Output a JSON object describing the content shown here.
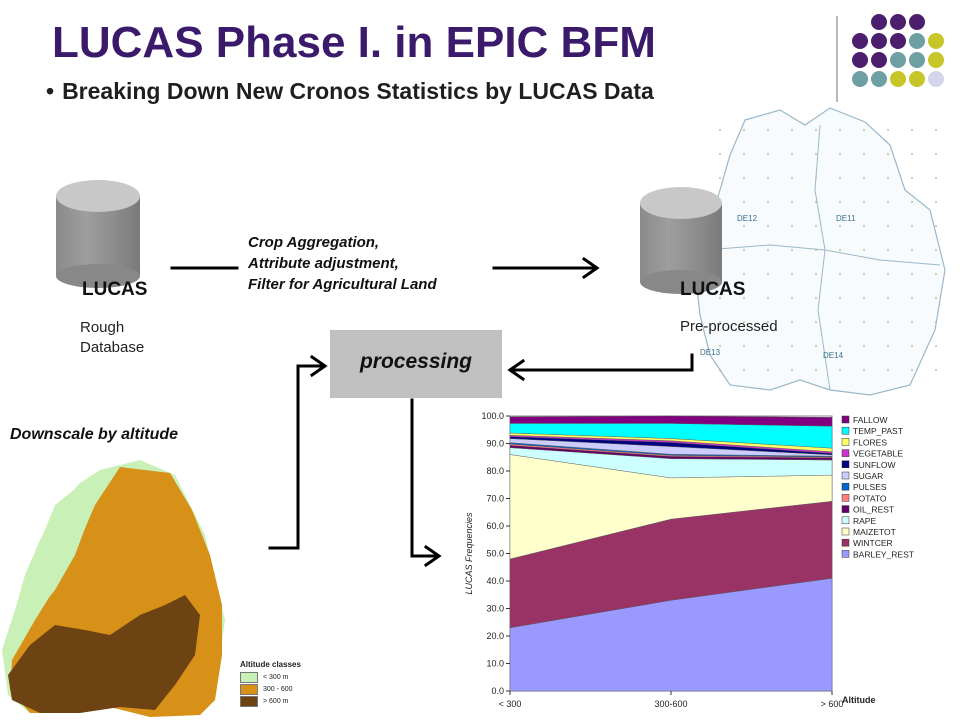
{
  "slide": {
    "title": "LUCAS Phase I. in EPIC BFM",
    "bullet": "•",
    "subtitle": "Breaking Down New Cronos Statistics by LUCAS Data"
  },
  "decor": {
    "dot_colors": {
      "purple": "#4b1f6e",
      "teal": "#6e9fa3",
      "lime": "#c6c628",
      "lavender": "#d4d4ea"
    }
  },
  "flow": {
    "left_db": {
      "label": "LUCAS",
      "caption_line1": "Rough",
      "caption_line2": "Database"
    },
    "right_db": {
      "label": "LUCAS",
      "caption": "Pre-processed"
    },
    "steps": [
      "Crop Aggregation,",
      "Attribute adjustment,",
      "Filter for Agricultural Land"
    ],
    "processing": "processing",
    "downscale": "Downscale by altitude"
  },
  "regions": [
    "DE12",
    "DE11",
    "DE13",
    "DE14"
  ],
  "map_legend": {
    "title": "Altitude classes",
    "items": [
      {
        "label": "< 300 m",
        "color": "#c9f0b6"
      },
      {
        "label": "300 - 600",
        "color": "#d79119"
      },
      {
        "label": "> 600 m",
        "color": "#6e4314"
      }
    ]
  },
  "chart_data": {
    "type": "area",
    "stacked": true,
    "xlabel": "Altitude",
    "ylabel": "LUCAS Frequencies",
    "categories": [
      "< 300",
      "300-600",
      "> 600"
    ],
    "ylim": [
      0,
      100
    ],
    "yticks": [
      "0.0",
      "10.0",
      "20.0",
      "30.0",
      "40.0",
      "50.0",
      "60.0",
      "70.0",
      "80.0",
      "90.0",
      "100.0"
    ],
    "legend_position": "right",
    "series": [
      {
        "name": "BARLEY_REST",
        "color": "#9999ff",
        "values": [
          23,
          33,
          41
        ]
      },
      {
        "name": "WINTCER",
        "color": "#993366",
        "values": [
          25,
          29.5,
          28
        ]
      },
      {
        "name": "MAIZETOT",
        "color": "#ffffcc",
        "values": [
          38,
          15,
          9.5
        ]
      },
      {
        "name": "RAPE",
        "color": "#ccffff",
        "values": [
          2.5,
          7,
          5.5
        ]
      },
      {
        "name": "OIL_REST",
        "color": "#660066",
        "values": [
          0.8,
          0.8,
          0.8
        ]
      },
      {
        "name": "POTATO",
        "color": "#ff8080",
        "values": [
          0.5,
          0.4,
          0.3
        ]
      },
      {
        "name": "PULSES",
        "color": "#0066cc",
        "values": [
          0.5,
          0.4,
          0.3
        ]
      },
      {
        "name": "SUGAR",
        "color": "#ccccff",
        "values": [
          1.5,
          2.8,
          0.5
        ]
      },
      {
        "name": "SUNFLOW",
        "color": "#000080",
        "values": [
          0.7,
          1.5,
          0.5
        ]
      },
      {
        "name": "VEGETABLE",
        "color": "#cc33cc",
        "values": [
          0.5,
          0.6,
          0.6
        ]
      },
      {
        "name": "FLORES",
        "color": "#ffff66",
        "values": [
          0.8,
          0.8,
          1.3
        ]
      },
      {
        "name": "TEMP_PAST",
        "color": "#00ffff",
        "values": [
          3.5,
          5.5,
          8
        ]
      },
      {
        "name": "FALLOW",
        "color": "#800080",
        "values": [
          2.4,
          2.7,
          3.2
        ]
      }
    ]
  }
}
